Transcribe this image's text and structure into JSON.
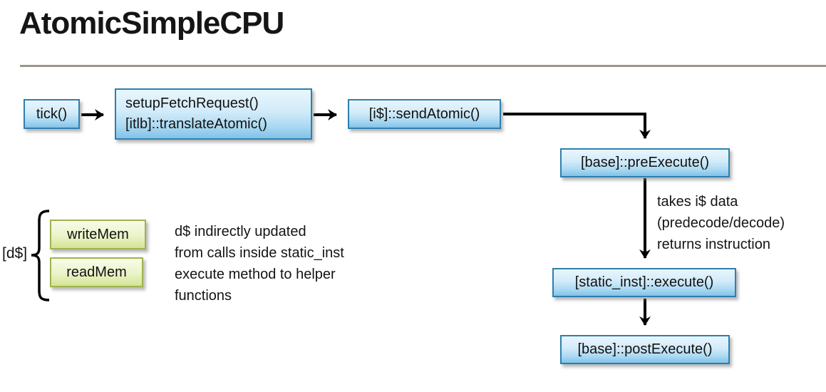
{
  "slide": {
    "title": "AtomicSimpleCPU"
  },
  "nodes": {
    "tick": {
      "label": "tick()"
    },
    "fetch": {
      "line1": "setupFetchRequest()",
      "line2": "[itlb]::translateAtomic()"
    },
    "send": {
      "label": "[i$]::sendAtomic()"
    },
    "pre": {
      "label": "[base]::preExecute()"
    },
    "exec": {
      "label": "[static_inst]::execute()"
    },
    "post": {
      "label": "[base]::postExecute()"
    }
  },
  "mem_group": {
    "label": "[d$]",
    "write": "writeMem",
    "read": "readMem"
  },
  "annotations": {
    "dcache": {
      "line1": "d$ indirectly updated",
      "line2": "from calls inside static_inst",
      "line3": "execute method to helper",
      "line4": "functions"
    },
    "decode": {
      "line1": "takes i$ data",
      "line2": "(predecode/decode)",
      "line3": "returns instruction"
    }
  },
  "colors": {
    "blue_box_border": "#2e7fae",
    "blue_box_fill_top": "#e9f6fd",
    "blue_box_fill_bottom": "#82c2e8",
    "green_box_border": "#9cb44e",
    "green_box_fill_top": "#f7fbe9",
    "green_box_fill_bottom": "#d4e494",
    "rule": "#9b968b",
    "arrow": "#000000"
  }
}
